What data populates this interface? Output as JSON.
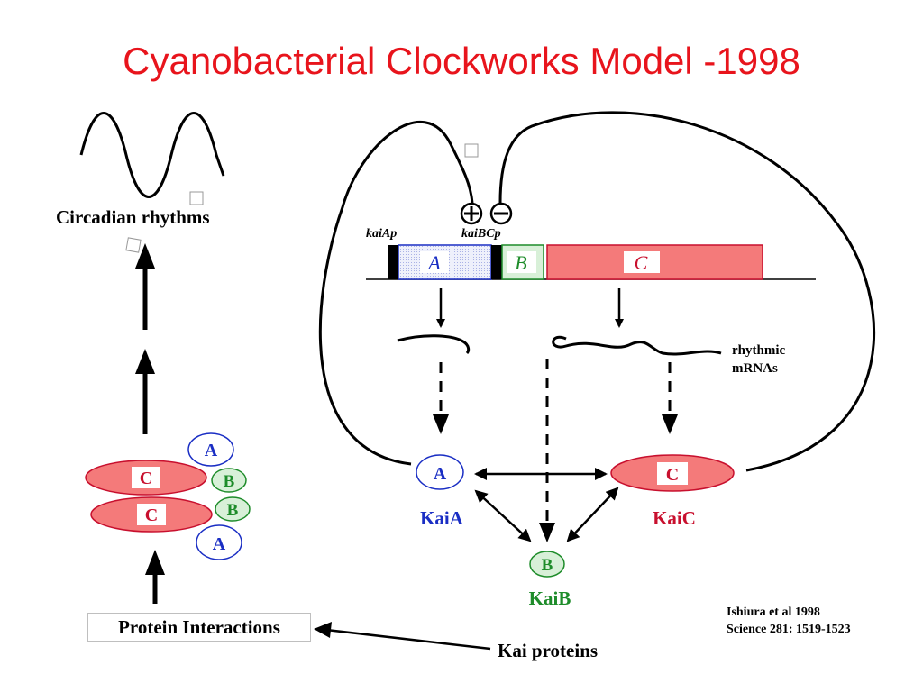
{
  "title": "Cyanobacterial Clockworks Model -1998",
  "left_panel": {
    "circadian_label": "Circadian rhythms",
    "protein_interactions_label": "Protein Interactions",
    "complex": {
      "c_letter": "C",
      "a_letter": "A",
      "b_letter": "B"
    }
  },
  "gene_cluster": {
    "promoter_a": "kaiAp",
    "promoter_bc": "kaiBCp",
    "plus_sign": "+",
    "minus_sign": "−",
    "gene_a": "A",
    "gene_b": "B",
    "gene_c": "C"
  },
  "mrna_label_line1": "rhythmic",
  "mrna_label_line2": "mRNAs",
  "proteins": {
    "kaia": {
      "letter": "A",
      "name": "KaiA",
      "color": "#1a2ec4"
    },
    "kaib": {
      "letter": "B",
      "name": "KaiB",
      "color": "#1e8c2a"
    },
    "kaic": {
      "letter": "C",
      "name": "KaiC",
      "color": "#c8102e"
    }
  },
  "kai_proteins_label": "Kai proteins",
  "citation": {
    "line1": "Ishiura et al 1998",
    "line2": "Science 281: 1519-1523"
  },
  "colors": {
    "title": "#e8141c",
    "kaic_fill": "#f47a7a",
    "kaic_stroke": "#c8102e",
    "kaia_stroke": "#1a2ec4",
    "kaib_stroke": "#1e8c2a",
    "kaib_fill": "#d8f0d8"
  }
}
